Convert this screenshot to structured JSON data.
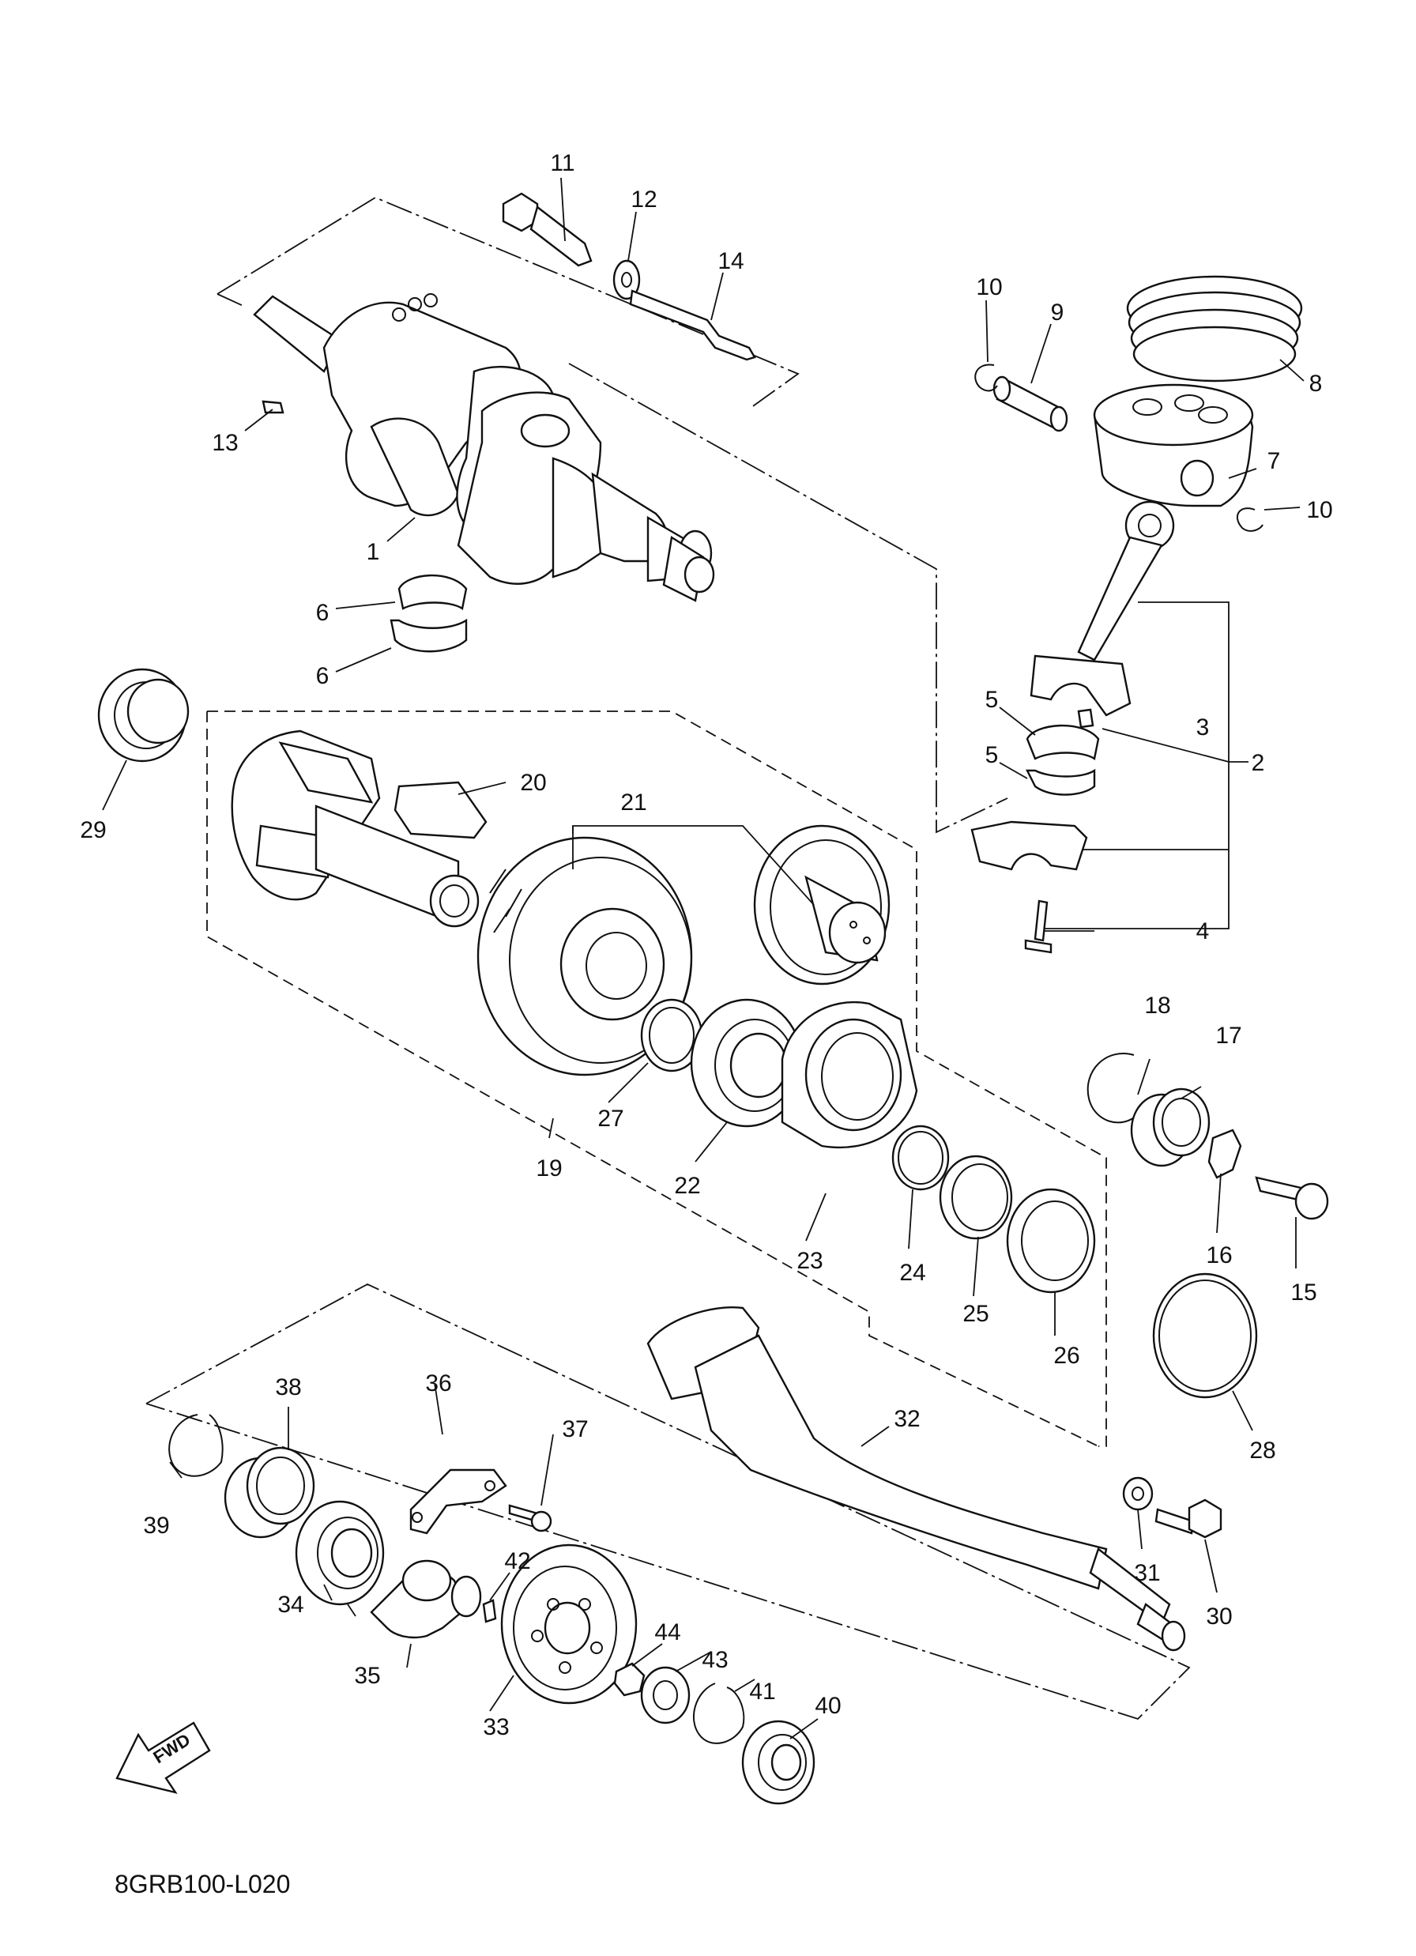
{
  "diagram": {
    "code": "8GRB100-L020",
    "fwd_label": "FWD"
  },
  "callouts": {
    "c1": "1",
    "c2": "2",
    "c3": "3",
    "c4": "4",
    "c5a": "5",
    "c5b": "5",
    "c6a": "6",
    "c6b": "6",
    "c7": "7",
    "c8": "8",
    "c9": "9",
    "c10a": "10",
    "c10b": "10",
    "c11": "11",
    "c12": "12",
    "c13": "13",
    "c14": "14",
    "c15": "15",
    "c16": "16",
    "c17": "17",
    "c18": "18",
    "c19": "19",
    "c20": "20",
    "c21": "21",
    "c22": "22",
    "c23": "23",
    "c24": "24",
    "c25": "25",
    "c26": "26",
    "c27": "27",
    "c28": "28",
    "c29": "29",
    "c30": "30",
    "c31": "31",
    "c32": "32",
    "c33": "33",
    "c34": "34",
    "c35": "35",
    "c36": "36",
    "c37": "37",
    "c38": "38",
    "c39": "39",
    "c40": "40",
    "c41": "41",
    "c42": "42",
    "c43": "43",
    "c44": "44"
  }
}
